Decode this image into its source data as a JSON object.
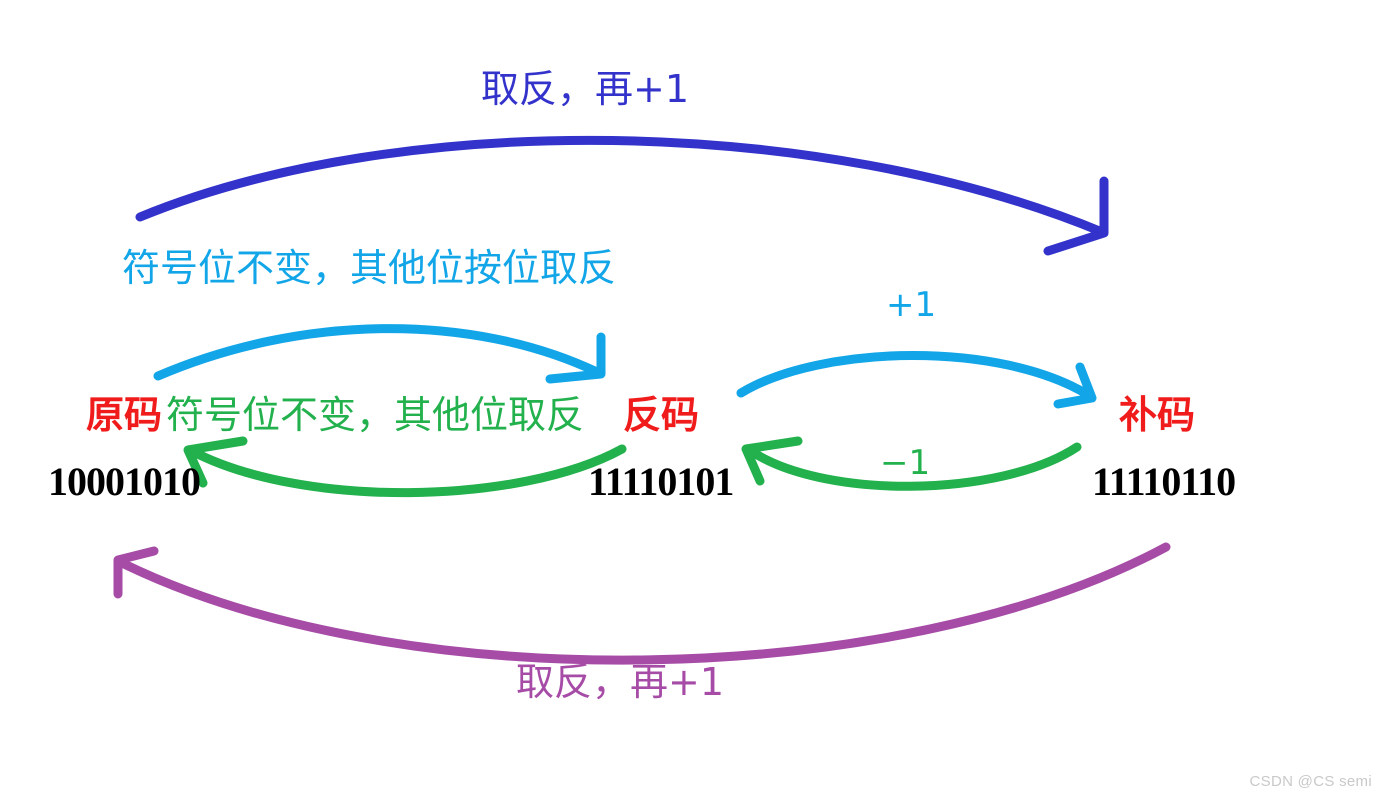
{
  "diagram": {
    "title_semantic": "signed-number-representation-conversion-diagram",
    "background_color": "#ffffff",
    "colors": {
      "code_label": "#f01c1c",
      "binary": "#000000",
      "arrow_blue": "#3333cc",
      "arrow_cyan": "#12a6e8",
      "arrow_green": "#22b14c",
      "arrow_purple": "#a64ca6",
      "watermark": "#c9c9c9"
    },
    "nodes": [
      {
        "id": "original",
        "name": "原码",
        "binary": "10001010"
      },
      {
        "id": "ones_complement",
        "name": "反码",
        "binary": "11110101"
      },
      {
        "id": "twos_complement",
        "name": "补码",
        "binary": "11110110"
      }
    ],
    "annotations": {
      "top_blue": "取反，再+1",
      "cyan_left": "符号位不变，其他位按位取反",
      "cyan_right": "+1",
      "green_left": "符号位不变，其他位取反",
      "green_right": "−1",
      "bottom_purple": "取反，再+1"
    },
    "watermark": "CSDN @CS semi"
  }
}
